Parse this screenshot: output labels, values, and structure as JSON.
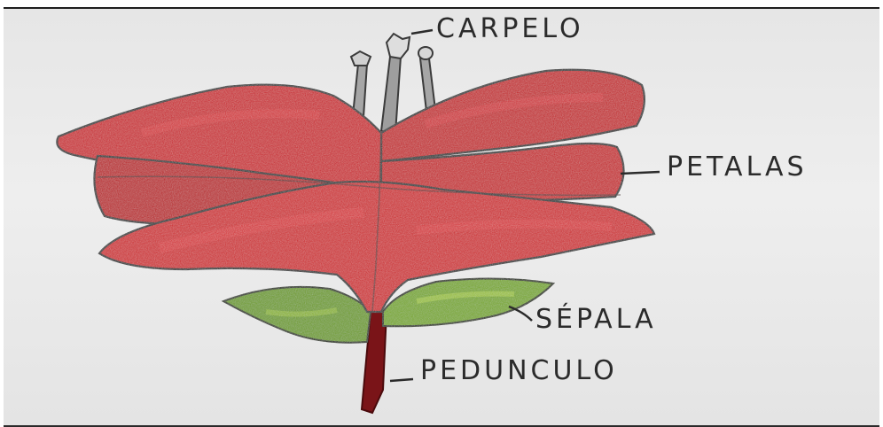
{
  "diagram": {
    "labels": {
      "carpelo": "CARPELO",
      "petalas": "PETALAS",
      "sepala": "SÉPALA",
      "pedunculo": "PEDUNCULO"
    },
    "colors": {
      "petal": "#c81f26",
      "petal_dark": "#a4151c",
      "sepal": "#6c9a1e",
      "sepal_light": "#9cc236",
      "stem": "#7a1418",
      "stamen": "#a8a8a8",
      "ink": "#2b2b2b"
    }
  }
}
